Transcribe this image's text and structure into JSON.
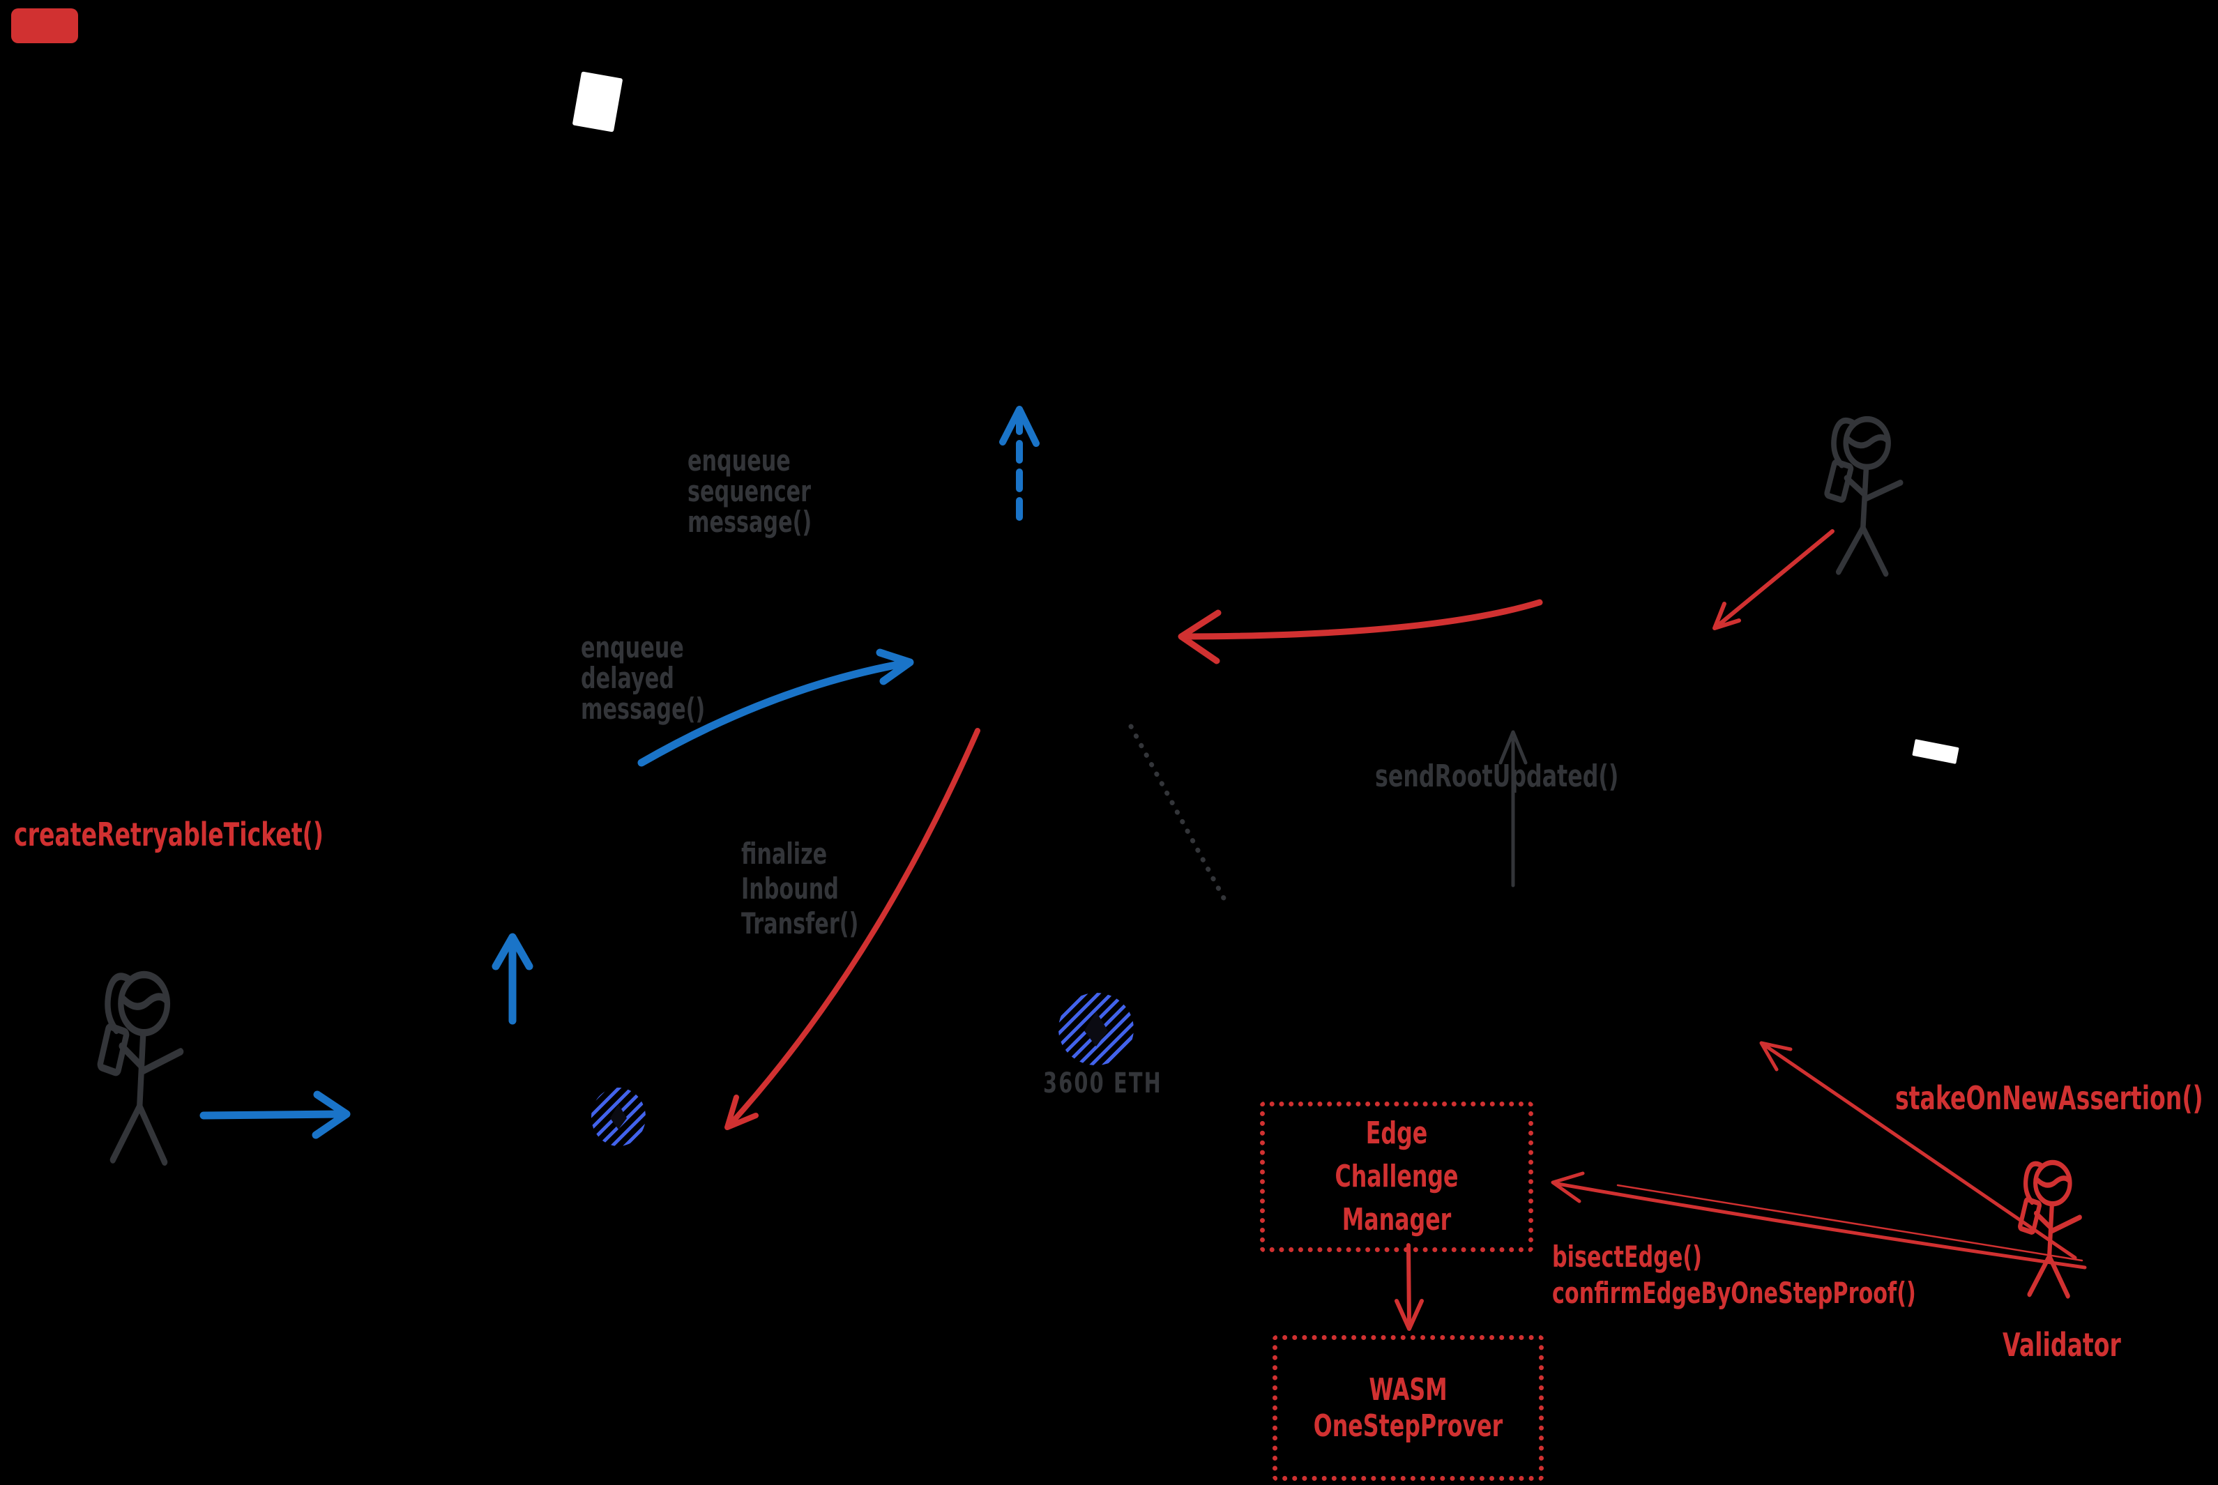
{
  "colors": {
    "red": "#d13131",
    "blue": "#1a74c8",
    "indigo": "#4263eb",
    "gray": "#333539",
    "white": "#ffffff",
    "bg": "#000000"
  },
  "labels": {
    "enqueue_sequencer_message": "enqueue\nsequencer\nmessage()",
    "enqueue_delayed_message": "enqueue\ndelayed\nmessage()",
    "create_retryable_ticket": "createRetryableTicket()",
    "finalize_inbound_transfer": "finalize\nInbound\nTransfer()",
    "send_root_updated": "sendRootUpdated()",
    "eth_amount": "3600 ETH",
    "stake_on_new_assertion": "stakeOnNewAssertion()",
    "bisect_edge_calls": "bisectEdge()\nconfirmEdgeByOneStepProof()",
    "validator": "Validator"
  },
  "boxes": {
    "edge_challenge_manager": "Edge Challenge\nManager",
    "wasm_one_step_prover": "WASM\nOneStepProver"
  },
  "icons": {
    "user_figure": "stick-person-holding-phone",
    "staker_figure": "stick-person-holding-phone",
    "validator_figure": "stick-person-holding-phone",
    "eth_coin": "hatched-ethereum-coin",
    "paper": "tilted-white-sheet",
    "white_bar": "tilted-white-bar",
    "red_corner_marker": "red-rounded-rectangle"
  }
}
